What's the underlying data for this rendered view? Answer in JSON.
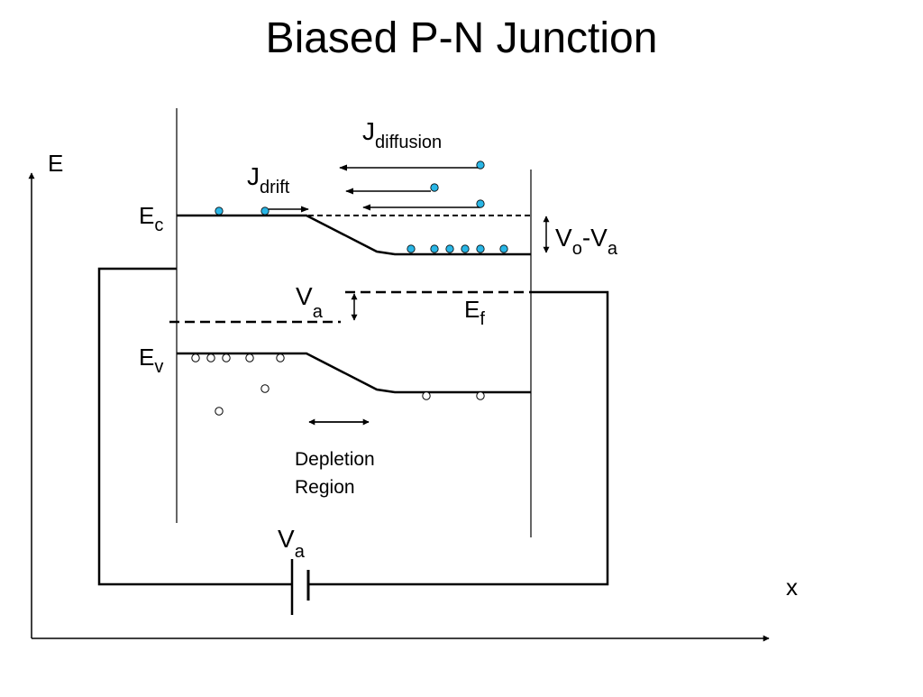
{
  "title": "Biased P-N Junction",
  "axes": {
    "y_label": "E",
    "x_label": "x"
  },
  "bands": {
    "ec": {
      "main": "E",
      "sub": "c"
    },
    "ev": {
      "main": "E",
      "sub": "v"
    },
    "ef": {
      "main": "E",
      "sub": "f"
    }
  },
  "currents": {
    "drift": {
      "main": "J",
      "sub": "drift"
    },
    "diffusion": {
      "main": "J",
      "sub": "diffusion"
    }
  },
  "potentials": {
    "barrier": {
      "main1": "V",
      "sub1": "o",
      "mid": "-V",
      "sub2": "a"
    },
    "applied": {
      "main": "V",
      "sub": "a"
    },
    "battery": {
      "main": "V",
      "sub": "a"
    }
  },
  "depletion": {
    "line1": "Depletion",
    "line2": "Region"
  },
  "colors": {
    "electron": "#29b6e6",
    "hole": "#ffffff",
    "line": "#000000"
  }
}
